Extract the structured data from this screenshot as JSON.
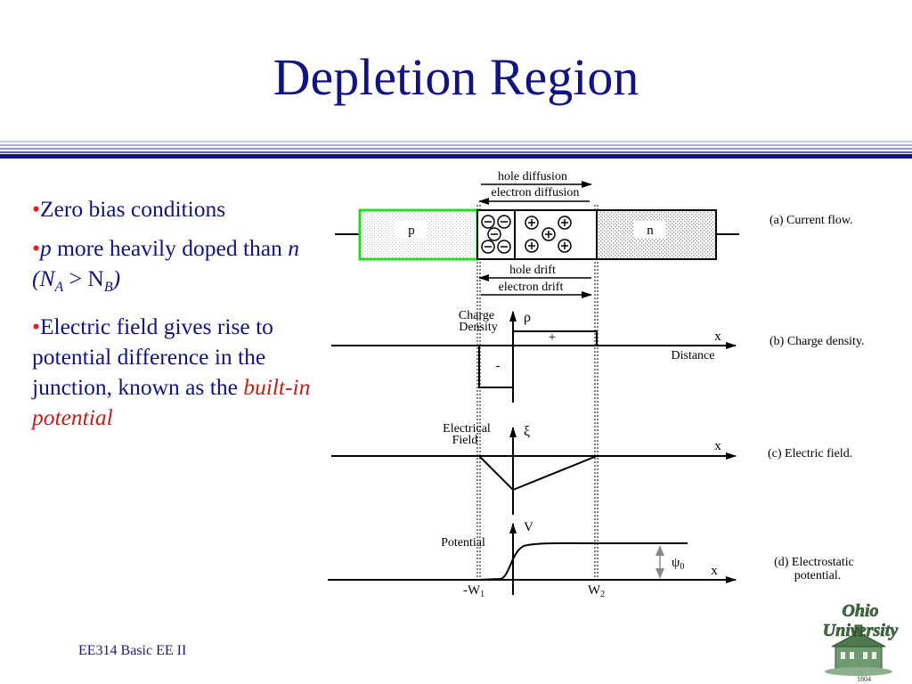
{
  "slide": {
    "title": "Depletion Region",
    "bullets": [
      {
        "text": "Zero bias conditions"
      },
      {
        "p": "p",
        "mid": " more heavily doped than ",
        "n": "n",
        "open": " (N",
        "subA": "A",
        "gt": " > N",
        "subB": "B",
        "close": ")"
      },
      {
        "text": "Electric field gives rise to potential difference in the junction, known as the ",
        "emph": "built-in potential"
      }
    ],
    "footer": "EE314 Basic EE II",
    "logo": {
      "line1": "Ohio",
      "line2": "University",
      "year": "1804"
    }
  },
  "diagram": {
    "current_flow": {
      "hole_diffusion": "hole diffusion",
      "electron_diffusion": "electron diffusion",
      "hole_drift": "hole drift",
      "electron_drift": "electron drift",
      "p_label": "p",
      "n_label": "n",
      "caption": "(a) Current flow."
    },
    "charge_density": {
      "ylabel_line1": "Charge",
      "ylabel_line2": "Density",
      "symbol": "ρ",
      "plus": "+",
      "minus": "-",
      "x": "x",
      "distance": "Distance",
      "caption": "(b) Charge density."
    },
    "electric_field": {
      "ylabel_line1": "Electrical",
      "ylabel_line2": "Field",
      "symbol": "ξ",
      "x": "x",
      "caption": "(c) Electric field."
    },
    "potential": {
      "ylabel": "Potential",
      "symbol": "V",
      "psi": "ψ",
      "psi_sub": "0",
      "x": "x",
      "w1": "-W",
      "w1_sub": "1",
      "w2": "W",
      "w2_sub": "2",
      "caption_line1": "(d) Electrostatic",
      "caption_line2": "potential."
    }
  },
  "colors": {
    "title": "#0f1480",
    "text": "#0f1480",
    "bullet_dot": "#e02020",
    "emphasis": "#c0201a",
    "rule_dark": "#0f1480",
    "rule_light": "#9aa0d8",
    "p_region_border": "#22dd22"
  }
}
